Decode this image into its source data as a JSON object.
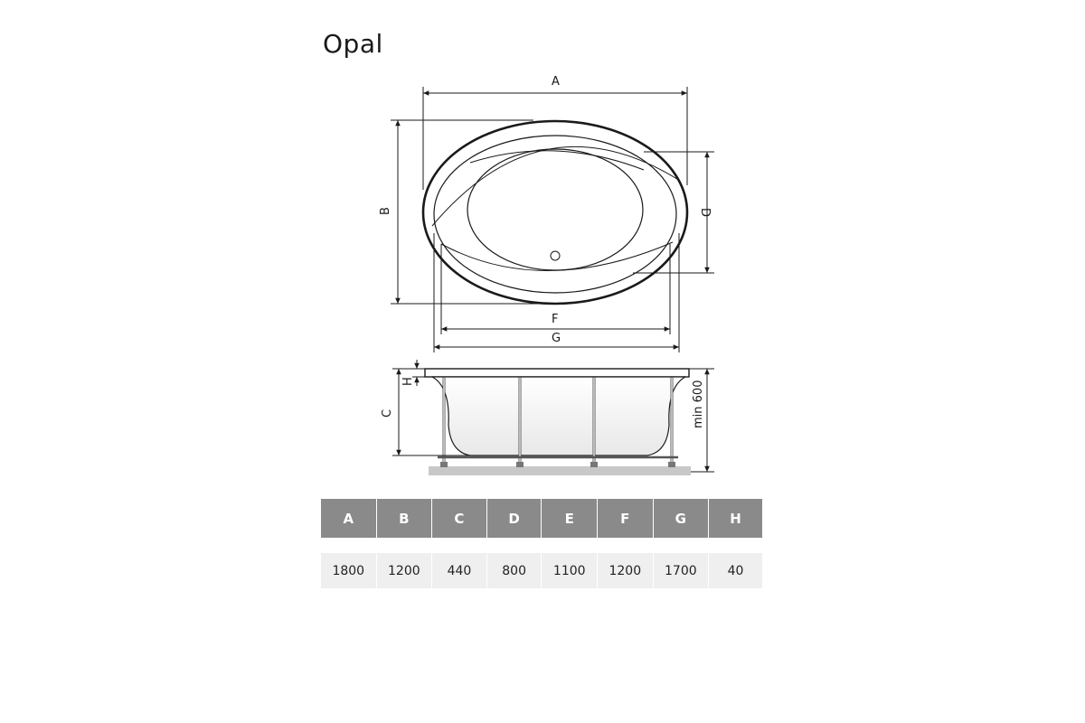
{
  "title": "Opal",
  "top_view_labels": {
    "a": "A",
    "b": "B",
    "d": "D",
    "f": "F",
    "g": "G"
  },
  "side_view_labels": {
    "c": "C",
    "h": "H",
    "min": "min 600"
  },
  "table": {
    "headers": [
      "A",
      "B",
      "C",
      "D",
      "E",
      "F",
      "G",
      "H"
    ],
    "values": [
      "1800",
      "1200",
      "440",
      "800",
      "1100",
      "1200",
      "1700",
      "40"
    ]
  },
  "colors": {
    "header_bg": "#8a8a8a",
    "row_bg": "#efefef",
    "floor": "#c8c8c8"
  }
}
